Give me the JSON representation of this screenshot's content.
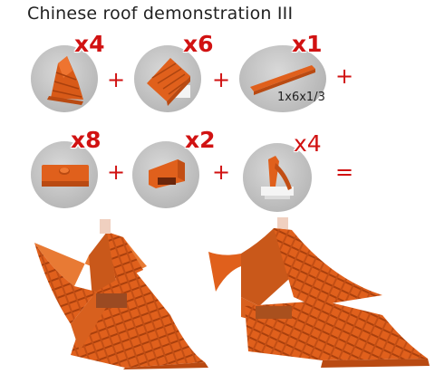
{
  "title": "Chinese roof  demonstration III",
  "colors": {
    "brick": "#e0601c",
    "quantity": "#d11212",
    "backdrop": "#bdbdbd"
  },
  "pieces": [
    {
      "quantity": "x4",
      "icon": "curved-roof-slope-icon"
    },
    {
      "quantity": "x6",
      "icon": "roof-tile-slope-icon"
    },
    {
      "quantity": "x1",
      "size": "1x6x1/3",
      "icon": "flat-tile-icon"
    },
    {
      "quantity": "x8",
      "icon": "plate-with-stud-icon"
    },
    {
      "quantity": "x2",
      "icon": "wedge-slope-icon"
    },
    {
      "quantity": "x4",
      "icon": "curved-arch-icon"
    }
  ],
  "operators": {
    "plus": "+",
    "equals": "="
  },
  "results": [
    {
      "icon": "assembled-roof-front-icon"
    },
    {
      "icon": "assembled-roof-back-icon"
    }
  ]
}
